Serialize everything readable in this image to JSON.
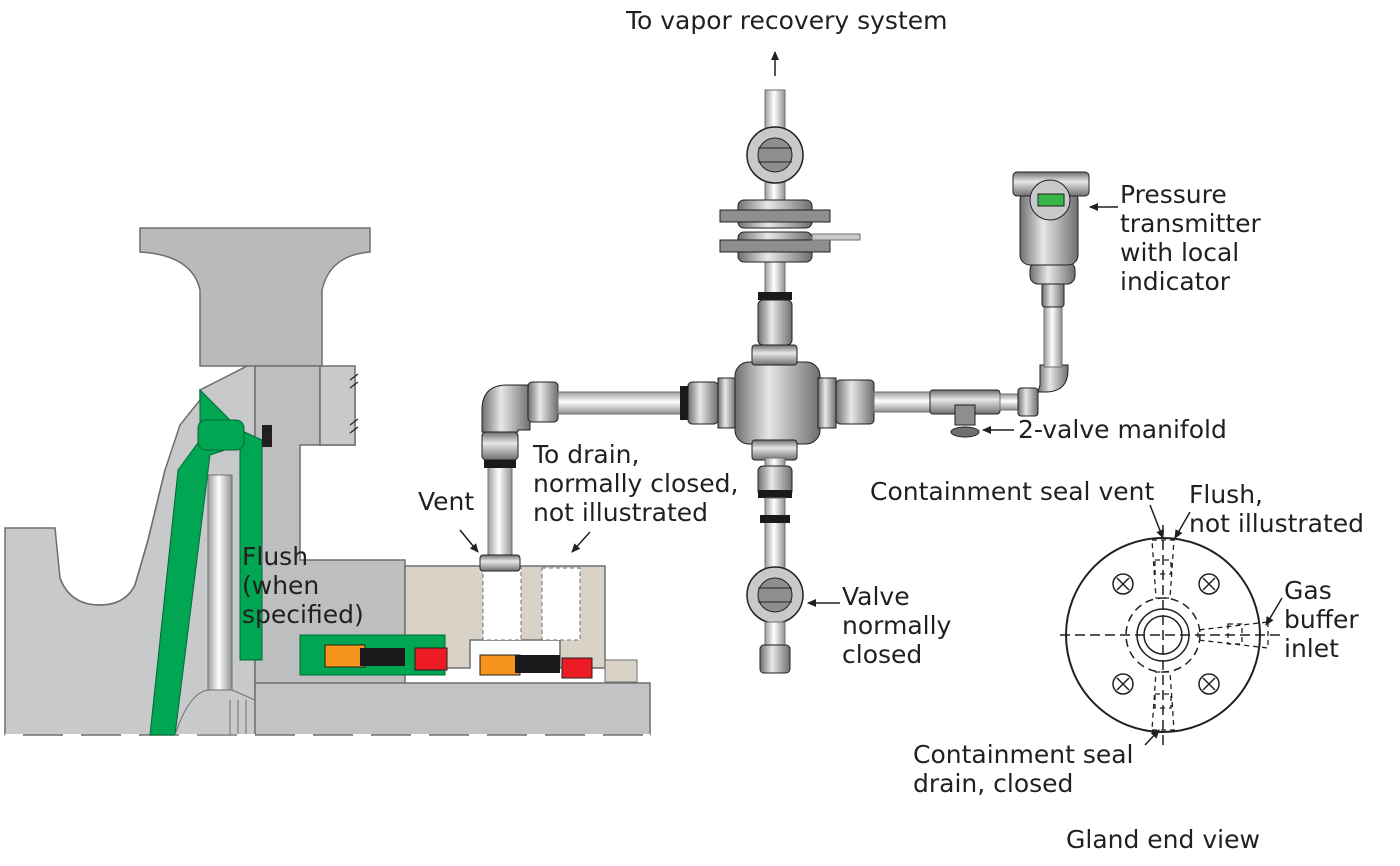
{
  "labels": {
    "vapor_recovery": "To vapor recovery system",
    "pressure_transmitter": "Pressure\ntransmitter\nwith local\nindicator",
    "two_valve_manifold": "2-valve manifold",
    "to_drain": "To drain,\nnormally closed,\nnot illustrated",
    "vent": "Vent",
    "flush_when_specified": "Flush\n(when\nspecified)",
    "valve_normally_closed": "Valve\nnormally\nclosed",
    "containment_seal_vent": "Containment seal vent",
    "flush_not_illustrated": "Flush,\nnot illustrated",
    "gas_buffer_inlet": "Gas\nbuffer\ninlet",
    "containment_seal_drain": "Containment seal\ndrain, closed",
    "gland_end_view": "Gland end view"
  },
  "colors": {
    "pump_gray": "#c8c9cb",
    "dark_gray": "#8c8e90",
    "steel": "#a7a9ac",
    "green": "#00a651",
    "red": "#ed1c24",
    "orange": "#f7941d",
    "tan": "#d9d3c7",
    "black": "#1a1a1a",
    "display_green": "#39b54a"
  }
}
